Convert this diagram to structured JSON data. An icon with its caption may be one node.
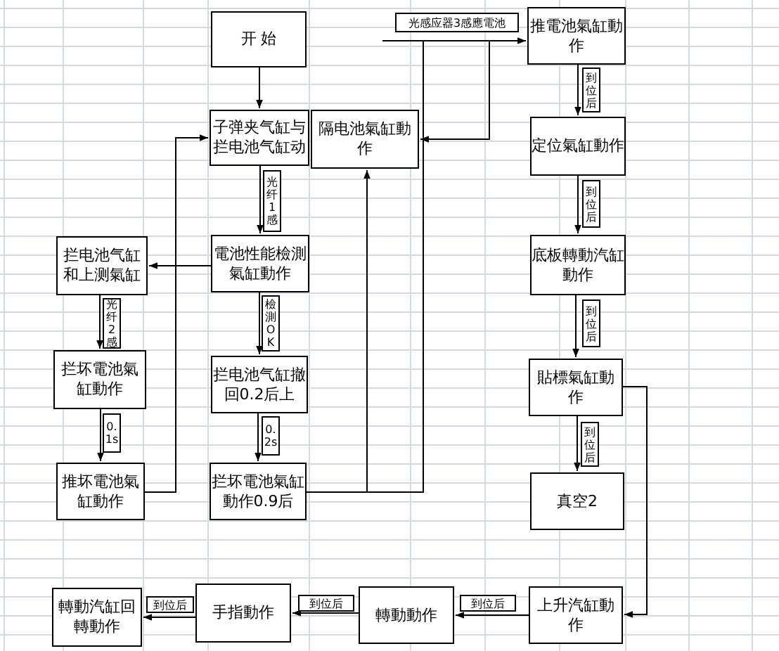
{
  "diagram": {
    "nodes": [
      {
        "text": [
          "开 始"
        ]
      },
      {
        "text": [
          "子弹夹气缸与拦电池气缸动"
        ]
      },
      {
        "text": [
          "隔电池氣缸動作"
        ]
      },
      {
        "text": [
          "推電池氣缸動作"
        ]
      },
      {
        "text": [
          "定位氣缸動作"
        ]
      },
      {
        "text": [
          "底板轉動汽缸動作"
        ]
      },
      {
        "text": [
          "貼標氣缸動作"
        ]
      },
      {
        "text": [
          "真空2"
        ]
      },
      {
        "text": [
          "上升汽缸動作"
        ]
      },
      {
        "text": [
          "轉動動作"
        ]
      },
      {
        "text": [
          "手指動作"
        ]
      },
      {
        "text": [
          "轉動汽缸回轉動作"
        ]
      },
      {
        "text": [
          "拦电池气缸和上测氣缸"
        ]
      },
      {
        "text": [
          "電池性能檢測氣缸動作"
        ]
      },
      {
        "text": [
          "拦坏電池氣缸動作"
        ]
      },
      {
        "text": [
          "拦电池气缸撤回0.2后上"
        ]
      },
      {
        "text": [
          "推坏電池氣缸動作"
        ]
      },
      {
        "text": [
          "拦坏電池氣缸動作0.9后"
        ]
      }
    ],
    "edges": [
      {
        "from": 0,
        "to": 1,
        "arrow": "to"
      },
      {
        "from": 1,
        "to": 13,
        "arrow": "to",
        "label": "光纤1感"
      },
      {
        "from": 13,
        "to": 12,
        "arrow": "to"
      },
      {
        "from": 12,
        "to": 14,
        "arrow": "to",
        "label": "光纤2感"
      },
      {
        "from": 14,
        "to": 16,
        "arrow": "to",
        "label": "0.1s"
      },
      {
        "from": 16,
        "to": 1,
        "arrow": "to"
      },
      {
        "from": 13,
        "to": 15,
        "arrow": "to",
        "label": "檢測OK"
      },
      {
        "from": 15,
        "to": 17,
        "arrow": "to",
        "label": "0.2s"
      },
      {
        "from": 17,
        "to": 2,
        "arrow": "to"
      },
      {
        "from": 17,
        "to": 3,
        "arrow": "to",
        "label": "光感应器3感應電池"
      },
      {
        "from": null,
        "to": 2,
        "arrow": "to"
      },
      {
        "from": 3,
        "to": 4,
        "arrow": "to",
        "label": "到位后"
      },
      {
        "from": 4,
        "to": 5,
        "arrow": "to",
        "label": "到位后"
      },
      {
        "from": 5,
        "to": 6,
        "arrow": "to",
        "label": "到位后"
      },
      {
        "from": 6,
        "to": 7,
        "arrow": "to",
        "label": "到位后"
      },
      {
        "from": 6,
        "to": 8,
        "arrow": "to"
      },
      {
        "from": 8,
        "to": 9,
        "arrow": "to",
        "label": "到位后"
      },
      {
        "from": 9,
        "to": 10,
        "arrow": "to",
        "label": "到位后"
      },
      {
        "from": 10,
        "to": 11,
        "arrow": "to",
        "label": "到位后"
      }
    ]
  }
}
